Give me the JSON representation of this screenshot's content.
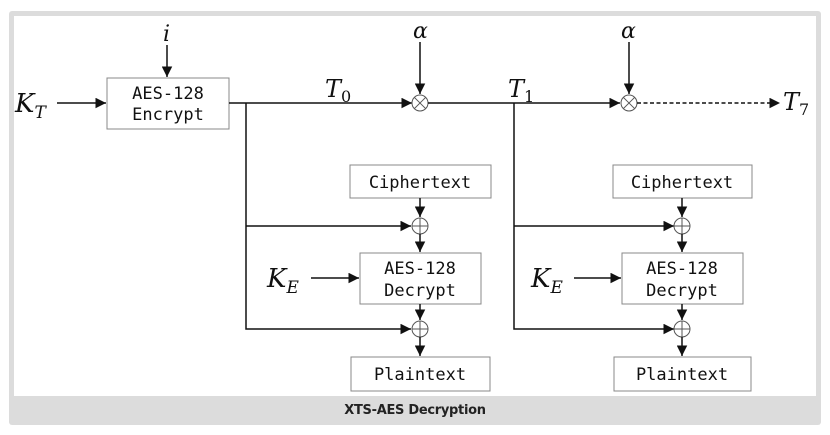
{
  "caption": "XTS-AES Decryption",
  "inputs": {
    "tweak_key": {
      "symbol": "K",
      "subscript": "T"
    },
    "block_index": "i",
    "alpha": "α",
    "data_key": {
      "symbol": "K",
      "subscript": "E"
    }
  },
  "encrypt_block": {
    "line1": "AES-128",
    "line2": "Encrypt"
  },
  "tweaks": [
    {
      "symbol": "T",
      "subscript": "0"
    },
    {
      "symbol": "T",
      "subscript": "1"
    },
    {
      "symbol": "T",
      "subscript": "7"
    }
  ],
  "lanes": [
    {
      "input": "Ciphertext",
      "decrypt_line1": "AES-128",
      "decrypt_line2": "Decrypt",
      "output": "Plaintext"
    },
    {
      "input": "Ciphertext",
      "decrypt_line1": "AES-128",
      "decrypt_line2": "Decrypt",
      "output": "Plaintext"
    }
  ]
}
